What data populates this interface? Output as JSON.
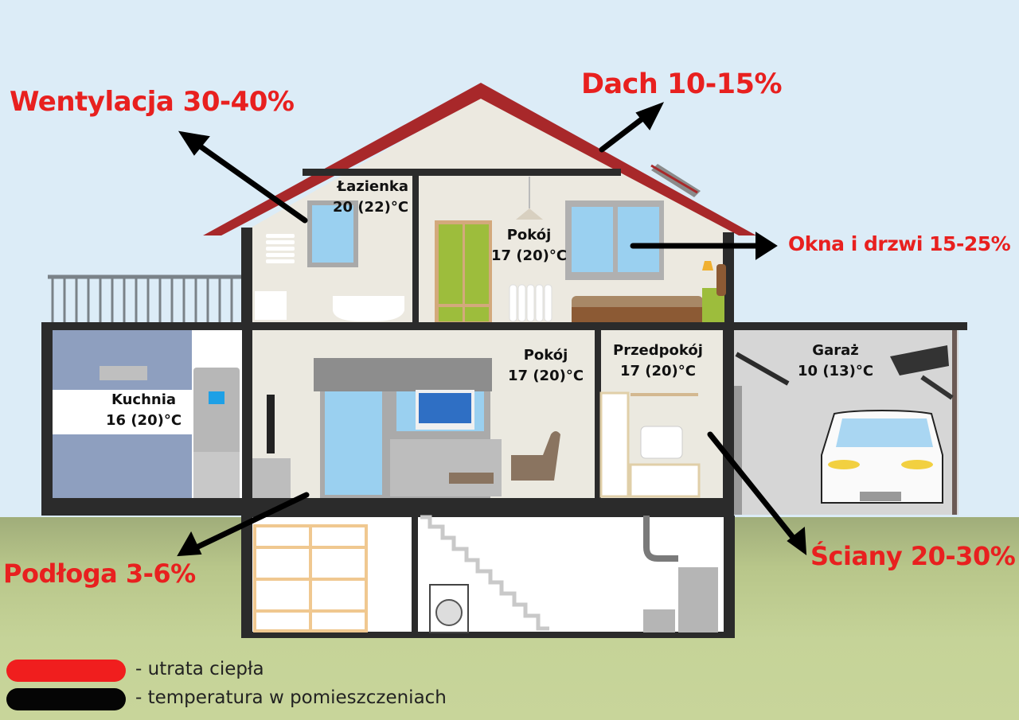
{
  "colors": {
    "heat_loss": "#e8201f",
    "temperature": "#000000",
    "sky": "#dcecf7",
    "ground": "#c5d398",
    "roof": "#a8282a",
    "wall_fill": "#e9e7df",
    "frame": "#2b2b2b"
  },
  "heat_loss": [
    {
      "id": "ventilation",
      "label": "Wentylacja 30-40%",
      "part": "Wentylacja",
      "range": "30-40%",
      "arrow_direction": "up-left"
    },
    {
      "id": "roof",
      "label": "Dach 10-15%",
      "part": "Dach",
      "range": "10-15%",
      "arrow_direction": "up-right"
    },
    {
      "id": "windows-doors",
      "label": "Okna i drzwi 15-25%",
      "part": "Okna i drzwi",
      "range": "15-25%",
      "arrow_direction": "right"
    },
    {
      "id": "walls",
      "label": "Ściany 20-30%",
      "part": "Ściany",
      "range": "20-30%",
      "arrow_direction": "down-right"
    },
    {
      "id": "floor",
      "label": "Podłoga 3-6%",
      "part": "Podłoga",
      "range": "3-6%",
      "arrow_direction": "down-left"
    }
  ],
  "rooms": [
    {
      "id": "bathroom",
      "name": "Łazienka",
      "temp": "20 (22)°C"
    },
    {
      "id": "upstairs-room",
      "name": "Pokój",
      "temp": "17 (20)°C"
    },
    {
      "id": "living-room",
      "name": "Pokój",
      "temp": "17 (20)°C"
    },
    {
      "id": "hallway",
      "name": "Przedpokój",
      "temp": "17 (20)°C"
    },
    {
      "id": "garage",
      "name": "Garaż",
      "temp": "10 (13)°C"
    },
    {
      "id": "kitchen",
      "name": "Kuchnia",
      "temp": "16 (20)°C"
    }
  ],
  "legend": [
    {
      "color": "#f01e1e",
      "label": "- utrata ciepła"
    },
    {
      "color": "#050505",
      "label": "- temperatura w pomieszczeniach"
    }
  ]
}
